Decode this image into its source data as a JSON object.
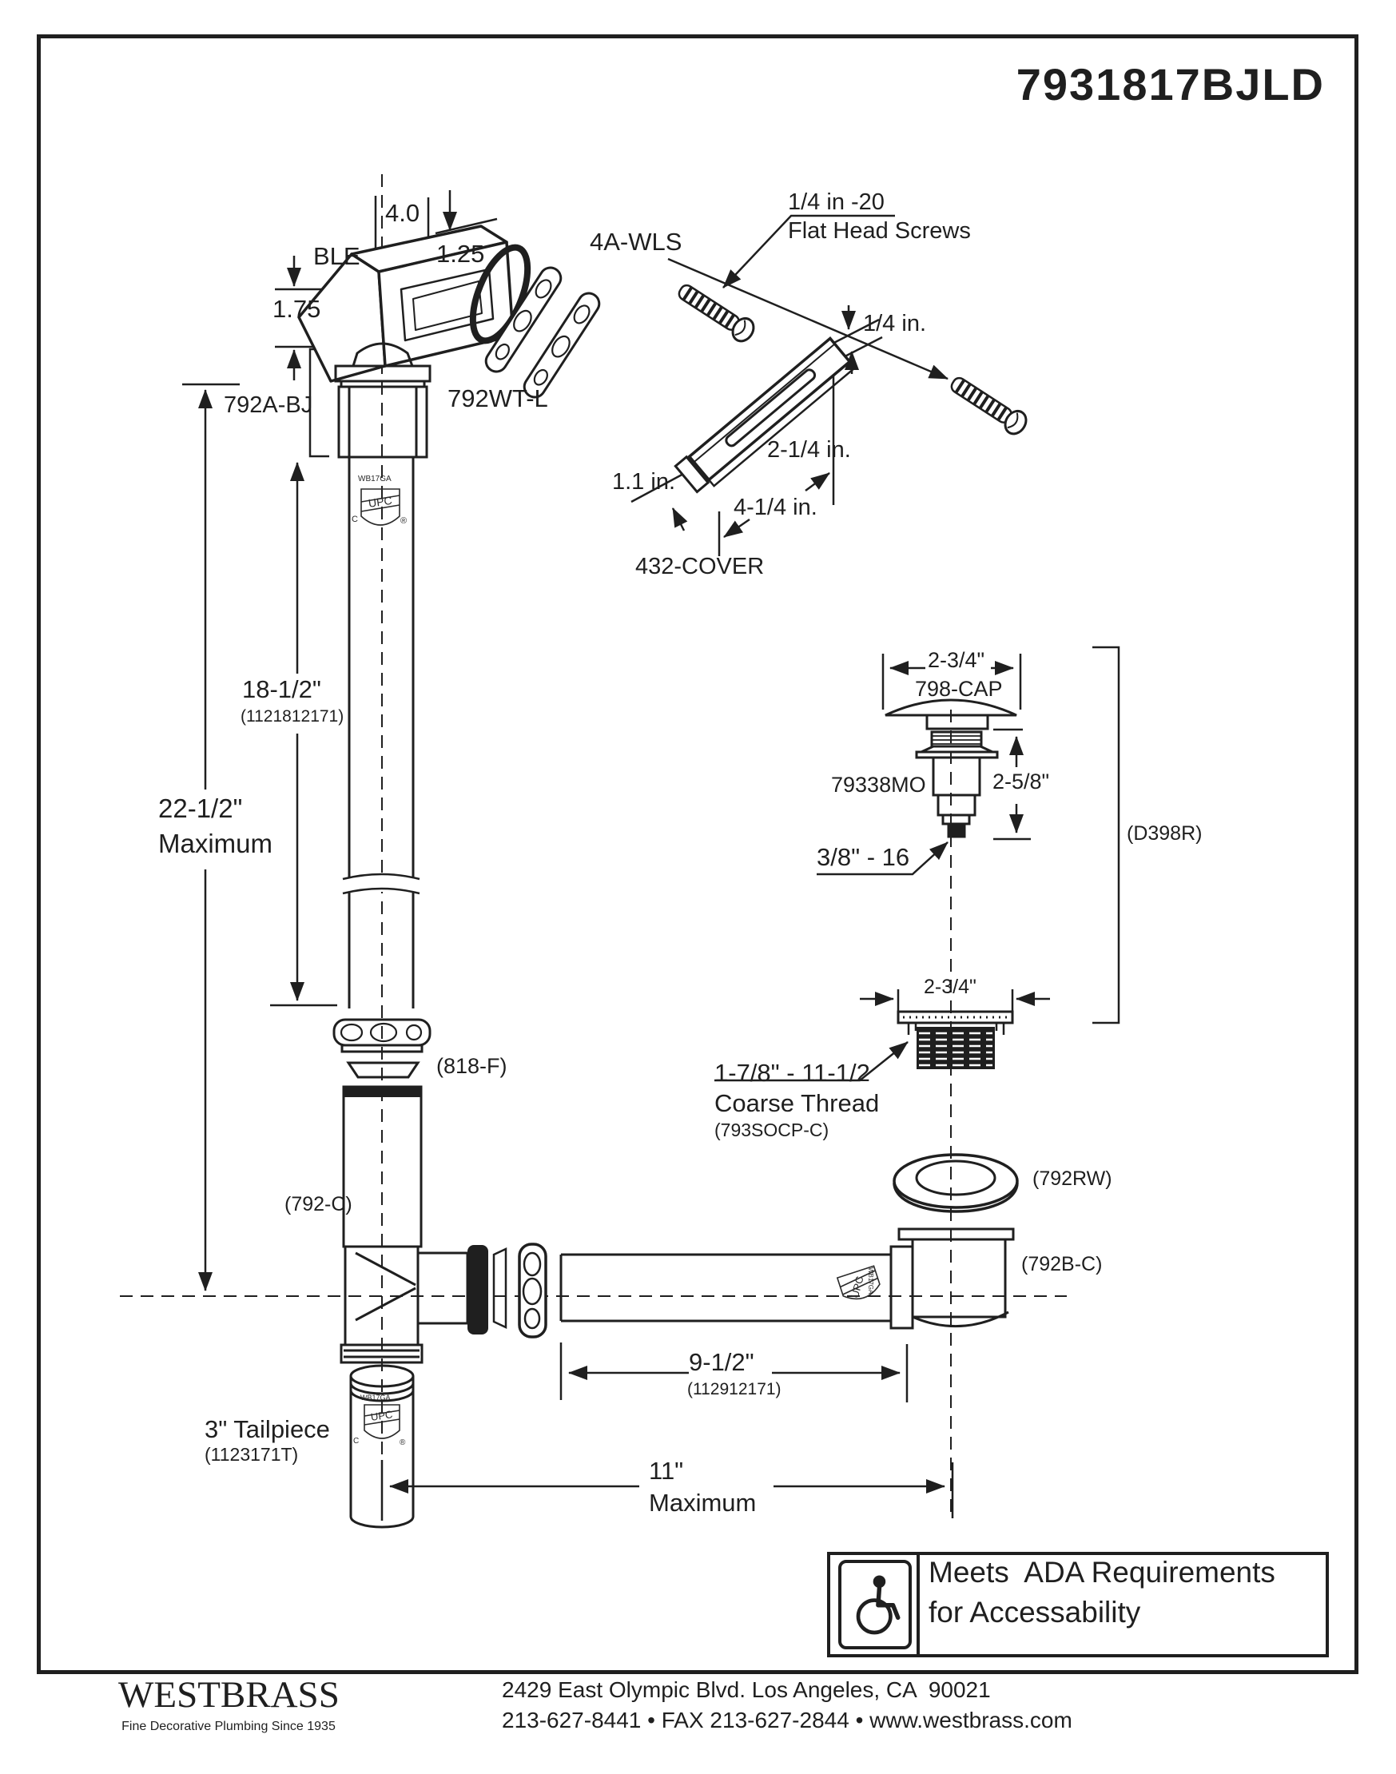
{
  "title": "7931817BJLD",
  "colors": {
    "ink": "#1f1f1f",
    "paper": "#ffffff"
  },
  "labels": {
    "ble": "BLE",
    "dim_4_0": "4.0",
    "dim_1_25": "1.25",
    "dim_1_75": "1.75",
    "part_792a_bj": "792A-BJ",
    "part_4a_wls": "4A-WLS",
    "part_792wt_l": "792WT-L",
    "screw_spec_line1": "1/4 in -20",
    "screw_spec_line2": "Flat Head Screws",
    "dim_quarter_in": "1/4 in.",
    "dim_2_quarter_in": "2-1/4 in.",
    "dim_4_quarter_in": "4-1/4 in.",
    "dim_1_1_in": "1.1 in.",
    "part_432_cover": "432-COVER",
    "dim_18_5": "18-1/2\"",
    "dim_18_5_code": "(1121812171)",
    "dim_22_5_line1": "22-1/2\"",
    "dim_22_5_line2": "Maximum",
    "dim_2_75_cap": "2-3/4\"",
    "part_798_cap": "798-CAP",
    "part_79338mo": "79338MO",
    "dim_2_625": "2-5/8\"",
    "thread_3_8_16": "3/8\" - 16",
    "part_d398r": "(D398R)",
    "dim_2_75_strainer": "2-3/4\"",
    "coarse_thread_line1": "1-7/8\" - 11-1/2",
    "coarse_thread_line2": "Coarse Thread",
    "coarse_thread_code": "(793SOCP-C)",
    "part_792rw": "(792RW)",
    "part_818_f": "(818-F)",
    "part_792_c": "(792-C)",
    "part_792b_c": "(792B-C)",
    "dim_9_5": "9-1/2\"",
    "dim_9_5_code": "(112912171)",
    "tailpiece_line1": "3\" Tailpiece",
    "tailpiece_code": "(1123171T)",
    "dim_11_line1": "11\"",
    "dim_11_line2": "Maximum",
    "stamp_wb17ga": "WB17GA",
    "stamp_upc": "UPC",
    "stamp_c": "C",
    "stamp_r": "®"
  },
  "ada_badge": {
    "line1": "Meets  ADA Requirements",
    "line2": "for Accessability"
  },
  "footer": {
    "brand": "WESTBRASS",
    "tagline": "Fine Decorative Plumbing Since 1935",
    "address": "2429 East Olympic Blvd. Los Angeles, CA  90021",
    "contact": "213-627-8441 • FAX 213-627-2844 • www.westbrass.com"
  }
}
